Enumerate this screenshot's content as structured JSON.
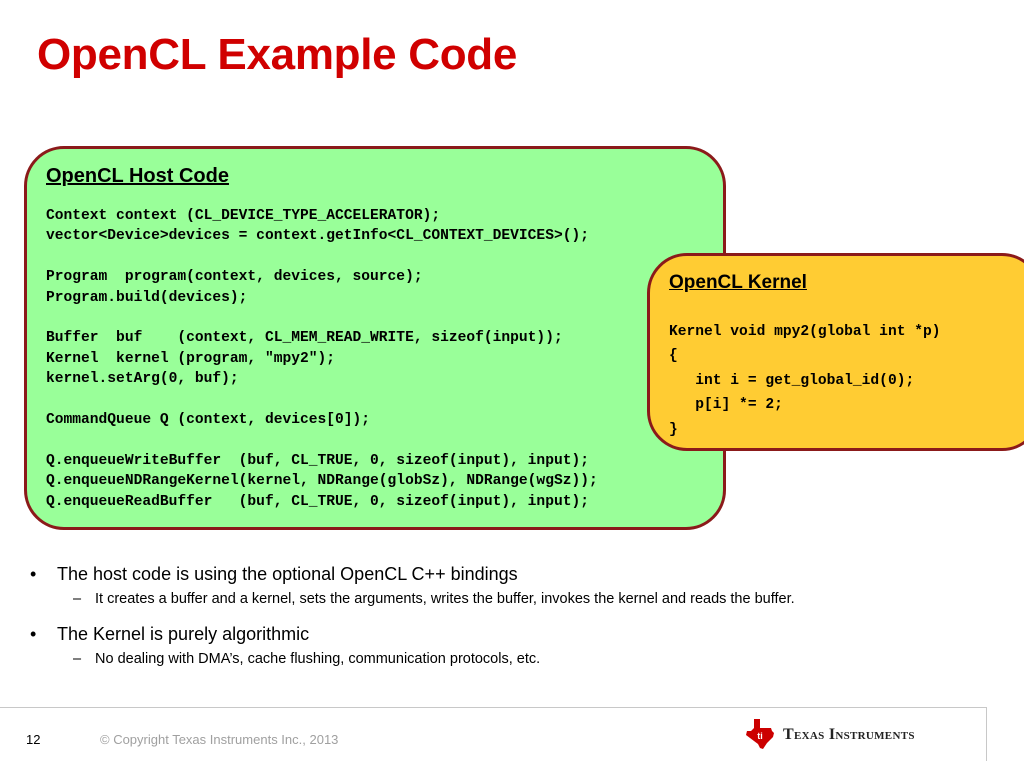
{
  "slide": {
    "title": "OpenCL Example Code"
  },
  "host_box": {
    "heading": "OpenCL Host Code",
    "code": "Context context (CL_DEVICE_TYPE_ACCELERATOR);\nvector<Device>devices = context.getInfo<CL_CONTEXT_DEVICES>();\n\nProgram  program(context, devices, source);\nProgram.build(devices);\n\nBuffer  buf    (context, CL_MEM_READ_WRITE, sizeof(input));\nKernel  kernel (program, \"mpy2\");\nkernel.setArg(0, buf);\n\nCommandQueue Q (context, devices[0]);\n\nQ.enqueueWriteBuffer  (buf, CL_TRUE, 0, sizeof(input), input);\nQ.enqueueNDRangeKernel(kernel, NDRange(globSz), NDRange(wgSz));\nQ.enqueueReadBuffer   (buf, CL_TRUE, 0, sizeof(input), input);"
  },
  "kernel_box": {
    "heading": "OpenCL Kernel",
    "code": "Kernel void mpy2(global int *p)\n{\n   int i = get_global_id(0);\n   p[i] *= 2;\n}"
  },
  "bullets": [
    {
      "text": "The host code is using the optional OpenCL C++ bindings",
      "sub": "It creates a buffer and a kernel, sets the arguments, writes the buffer, invokes the kernel and reads the buffer."
    },
    {
      "text": "The Kernel is purely algorithmic",
      "sub": "No dealing with DMA’s, cache flushing, communication protocols, etc."
    }
  ],
  "footer": {
    "page_number": "12",
    "copyright": "© Copyright Texas Instruments Inc., 2013",
    "logo_text": "Texas Instruments"
  },
  "colors": {
    "title": "#d00000",
    "host_box_bg": "#99ff99",
    "kernel_box_bg": "#ffcc33",
    "box_border": "#8b1a1a",
    "ti_red": "#cc0000"
  }
}
